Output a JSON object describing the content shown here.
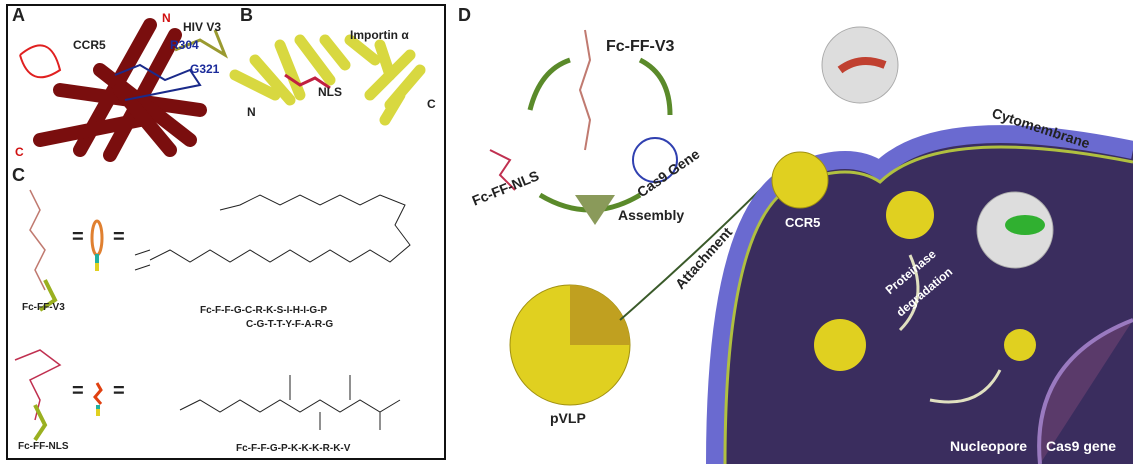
{
  "panels": {
    "a": "A",
    "b": "B",
    "c": "C",
    "d": "D"
  },
  "panel_a": {
    "protein": "CCR5",
    "ligand": "HIV V3",
    "n_term": "N",
    "c_term": "C",
    "res1": "R304",
    "res2": "G321"
  },
  "panel_b": {
    "protein": "Importin α",
    "ligand": "NLS",
    "n_term": "N",
    "c_term": "C"
  },
  "panel_c": {
    "v3_name": "Fc-FF-V3",
    "v3_seq_line1": "Fc-F-F-G-C-R-K-S-I-H-I-G-P",
    "v3_seq_line2": "C-G-T-T-Y-F-A-R-G",
    "nls_name": "Fc-FF-NLS",
    "nls_seq": "Fc-F-F-G-P-K-K-K-R-K-V",
    "equals": "="
  },
  "panel_d": {
    "v3": "Fc-FF-V3",
    "nls": "Fc-FF-NLS",
    "cas9": "Cas9 Gene",
    "assembly": "Assembly",
    "pvlp": "pVLP",
    "attachment": "Attachment",
    "ccr5": "CCR5",
    "membrane": "Cytomembrane",
    "proteinase": "Proteinase",
    "degradation": "degradation",
    "nucleopore": "Nucleopore",
    "cas9_gene": "Cas9 gene"
  },
  "colors": {
    "ccr5": "#b01818",
    "importin": "#e8e860",
    "cell": "#4a3a78",
    "membrane": "#6a6ad0",
    "sphere": "#e0d020"
  }
}
